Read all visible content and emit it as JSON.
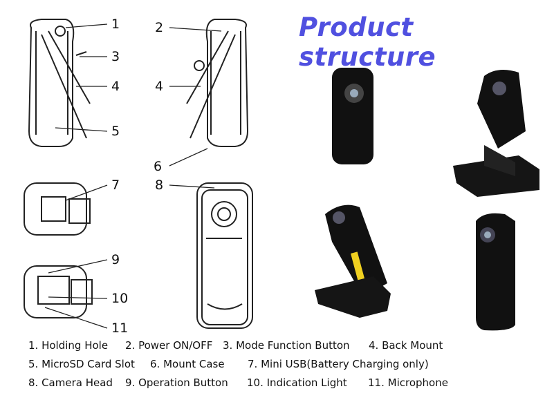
{
  "title": "Product structure",
  "callouts": [
    "1",
    "2",
    "3",
    "4",
    "4",
    "5",
    "6",
    "7",
    "8",
    "9",
    "10",
    "11"
  ],
  "legend": [
    [
      "1. Holding Hole",
      "2. Power ON/OFF",
      "3. Mode Function Button",
      "4. Back Mount"
    ],
    [
      "5. MicroSD Card Slot",
      "6. Mount Case",
      "7. Mini USB(Battery Charging only)"
    ],
    [
      "8. Camera Head",
      "9. Operation Button",
      "10. Indication Light",
      "11. Microphone"
    ]
  ],
  "colors": {
    "title": "#5050e0",
    "camera_body": "#111111",
    "indicator": "#f0d020"
  }
}
